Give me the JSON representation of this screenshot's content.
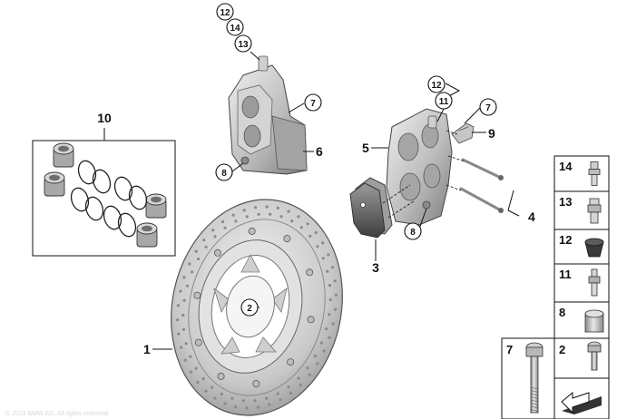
{
  "diagram": {
    "callouts": {
      "disc": "1",
      "disc_bolt": "2",
      "brake_pads": "3",
      "guide_pins": "4",
      "caliper_right": "5",
      "caliper_left": "6",
      "screw_left": "7",
      "screw_right": "7",
      "bleed_cap_left": "8",
      "bleed_cap_right": "8",
      "pad_spring": "9",
      "seal_kit": "10",
      "right_top_12": "12",
      "right_top_11": "11",
      "left_top_12": "12",
      "left_top_14": "14",
      "left_top_13": "13"
    },
    "thumbnails": [
      {
        "label": "14",
        "icon": "hollow-banjo-bolt"
      },
      {
        "label": "13",
        "icon": "bleed-valve"
      },
      {
        "label": "12",
        "icon": "dust-cap"
      },
      {
        "label": "11",
        "icon": "bleed-screw"
      },
      {
        "label": "8",
        "icon": "bush-sleeve"
      },
      {
        "label": "7",
        "icon": "torx-screw"
      },
      {
        "label": "2",
        "icon": "disc-bolt"
      }
    ],
    "watermark": "© 2013 BMW AG, All rights reserved"
  },
  "colors": {
    "metal_light": "#dcdcdc",
    "metal_mid": "#b4b4b4",
    "metal_dark": "#7c7c7c",
    "outline": "#111111"
  }
}
